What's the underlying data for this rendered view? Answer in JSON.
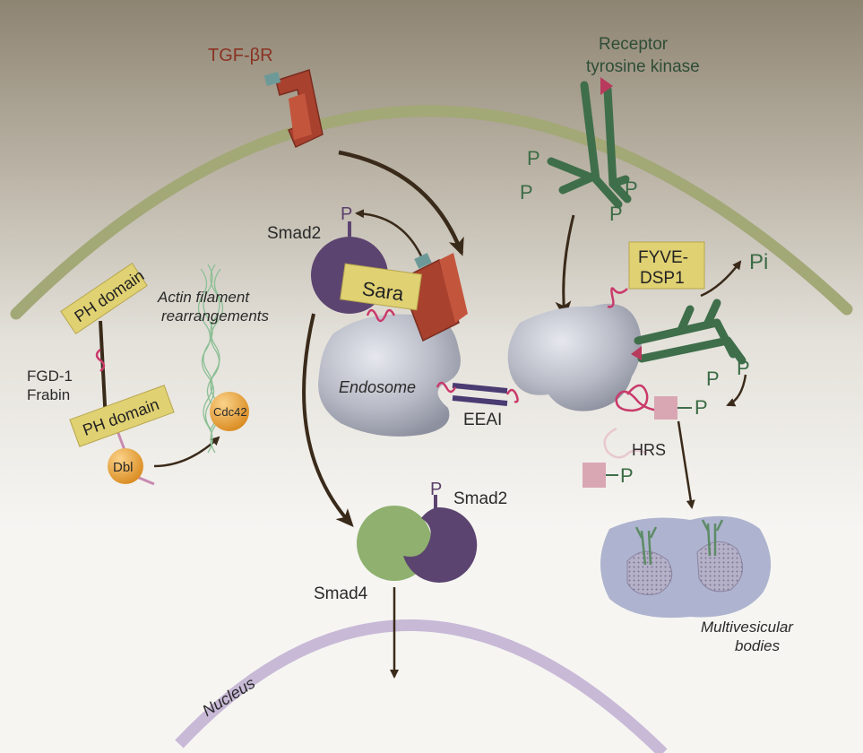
{
  "labels": {
    "tgf_receptor": "TGF-βR",
    "receptor_tyrosine_kinase_line1": "Receptor",
    "receptor_tyrosine_kinase_line2": "tyrosine kinase",
    "smad2_top": "Smad2",
    "sara": "Sara",
    "endosome": "Endosome",
    "eeai": "EEAI",
    "fyve_dsp1_line1": "FYVE-",
    "fyve_dsp1_line2": "DSP1",
    "pi": "Pi",
    "hrs": "HRS",
    "multivesicular_line1": "Multivesicular",
    "multivesicular_line2": "bodies",
    "ph_domain_top": "PH domain",
    "ph_domain_bottom": "PH domain",
    "fgd1_line1": "FGD-1",
    "fgd1_line2": "Frabin",
    "actin_line1": "Actin filament",
    "actin_line2": "rearrangements",
    "cdc42": "Cdc42",
    "dbl": "Dbl",
    "smad2_bottom": "Smad2",
    "smad4": "Smad4",
    "nucleus": "Nucleus",
    "phospho": "P"
  },
  "colors": {
    "background_top": "#8f8574",
    "background_bottom": "#f4f3f0",
    "membrane": "#a3a877",
    "tgf_receptor": "#a8412e",
    "rtk": "#3f6e4b",
    "smad2": "#5c4470",
    "smad4": "#8fb06f",
    "label_box": "#e0d173",
    "endosome": "#b3b6c2",
    "nucleus_membrane": "#c8b9d7",
    "linker": "#c93a6b",
    "eeai": "#4a3b72",
    "orange_protein": "#e8a035",
    "phospho_box": "#d9a7b3",
    "mvb": "#aeb4cf"
  }
}
